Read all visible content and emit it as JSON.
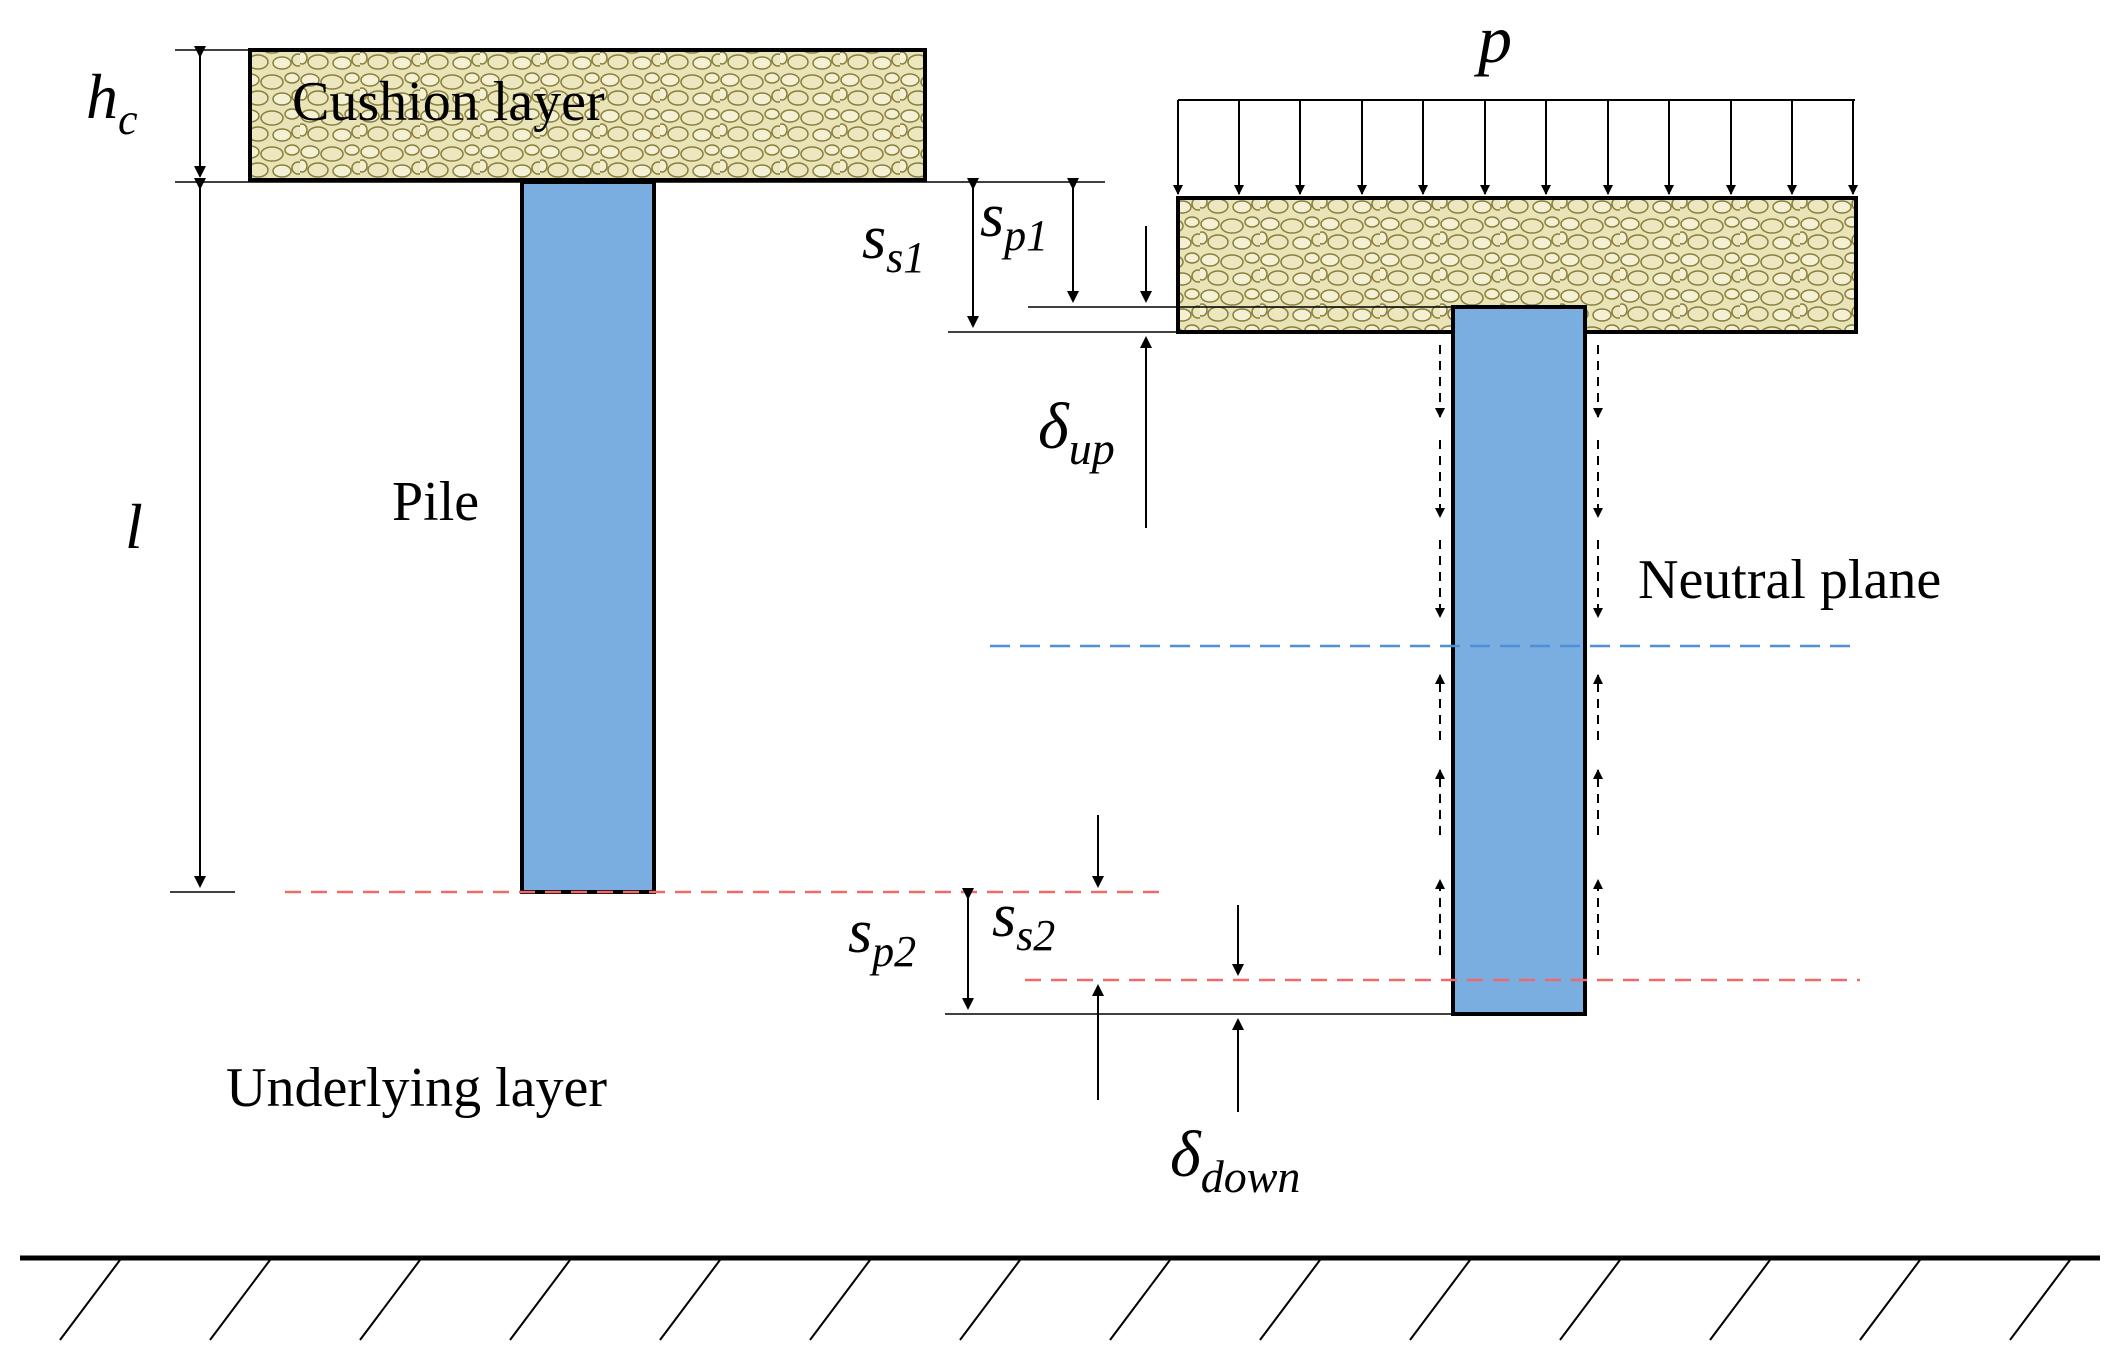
{
  "labels": {
    "cushion": "Cushion layer",
    "pile": "Pile",
    "underlying": "Underlying layer",
    "neutral": "Neutral plane"
  },
  "symbols": {
    "hc": {
      "main": "h",
      "sub": "c"
    },
    "l": {
      "main": "l"
    },
    "p": {
      "main": "p"
    },
    "ss1": {
      "main": "s",
      "sub": "s1"
    },
    "sp1": {
      "main": "s",
      "sub": "p1"
    },
    "dup": {
      "main": "δ",
      "sub": "up"
    },
    "sp2": {
      "main": "s",
      "sub": "p2"
    },
    "ss2": {
      "main": "s",
      "sub": "s2"
    },
    "ddown": {
      "main": "δ",
      "sub": "down"
    }
  },
  "colors": {
    "pile": "#7aade0",
    "cushion": "#e9e3b8",
    "cushion_stone": "#8a7f3c",
    "red_dash": "#f06a6a",
    "blue_dash": "#4f8fd8"
  }
}
